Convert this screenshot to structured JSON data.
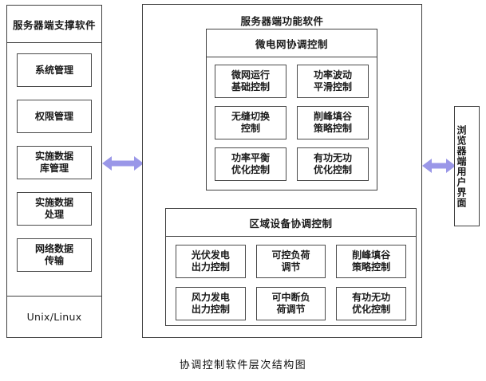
{
  "colors": {
    "arrow": "#9a97e8",
    "border": "#404040",
    "box_border": "#4a4a4a",
    "background": "#ffffff",
    "text": "#1a1a1a"
  },
  "left_panel": {
    "header": "服务器端支撑软件",
    "items": [
      {
        "label": "系统管理"
      },
      {
        "label": "权限管理"
      },
      {
        "label": "实施数据\n库管理"
      },
      {
        "label": "实施数据\n处理"
      },
      {
        "label": "网络数据\n传输"
      }
    ],
    "footer": "Unix/Linux"
  },
  "center_panel": {
    "title": "服务器端功能软件",
    "groups": [
      {
        "title": "微电网协调控制",
        "cells": [
          {
            "label": "微网运行\n基础控制"
          },
          {
            "label": "功率波动\n平滑控制"
          },
          {
            "label": "无缝切换\n控制"
          },
          {
            "label": "削峰填谷\n策略控制"
          },
          {
            "label": "功率平衡\n优化控制"
          },
          {
            "label": "有功无功\n优化控制"
          }
        ]
      },
      {
        "title": "区域设备协调控制",
        "cells": [
          {
            "label": "光伏发电\n出力控制"
          },
          {
            "label": "可控负荷\n调节"
          },
          {
            "label": "削峰填谷\n策略控制"
          },
          {
            "label": "风力发电\n出力控制"
          },
          {
            "label": "可中断负\n荷调节"
          },
          {
            "label": "有功无功\n优化控制"
          }
        ]
      }
    ]
  },
  "right_panel": {
    "label": "浏览器端用户界面"
  },
  "arrows": [
    {
      "name": "arrow-left-center",
      "direction": "bidirectional"
    },
    {
      "name": "arrow-center-right",
      "direction": "bidirectional"
    }
  ],
  "caption": "协调控制软件层次结构图"
}
